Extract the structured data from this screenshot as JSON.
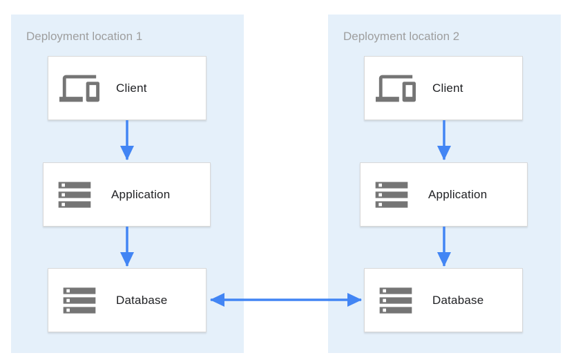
{
  "diagram": {
    "groups": [
      {
        "title": "Deployment location 1",
        "nodes": [
          {
            "label": "Client",
            "icon": "devices-icon"
          },
          {
            "label": "Application",
            "icon": "storage-icon"
          },
          {
            "label": "Database",
            "icon": "storage-icon"
          }
        ]
      },
      {
        "title": "Deployment location 2",
        "nodes": [
          {
            "label": "Client",
            "icon": "devices-icon"
          },
          {
            "label": "Application",
            "icon": "storage-icon"
          },
          {
            "label": "Database",
            "icon": "storage-icon"
          }
        ]
      }
    ],
    "connections": [
      {
        "from": "Client (location 1)",
        "to": "Application (location 1)",
        "direction": "one-way"
      },
      {
        "from": "Application (location 1)",
        "to": "Database (location 1)",
        "direction": "one-way"
      },
      {
        "from": "Client (location 2)",
        "to": "Application (location 2)",
        "direction": "one-way"
      },
      {
        "from": "Application (location 2)",
        "to": "Database (location 2)",
        "direction": "one-way"
      },
      {
        "from": "Database (location 1)",
        "to": "Database (location 2)",
        "direction": "two-way"
      }
    ],
    "colors": {
      "group_bg": "#e5f0fa",
      "title_text": "#9e9e9e",
      "label_text": "#202124",
      "icon": "#757575",
      "arrow": "#4285f4",
      "box_border": "#d8d8d8",
      "box_bg": "#ffffff"
    }
  }
}
